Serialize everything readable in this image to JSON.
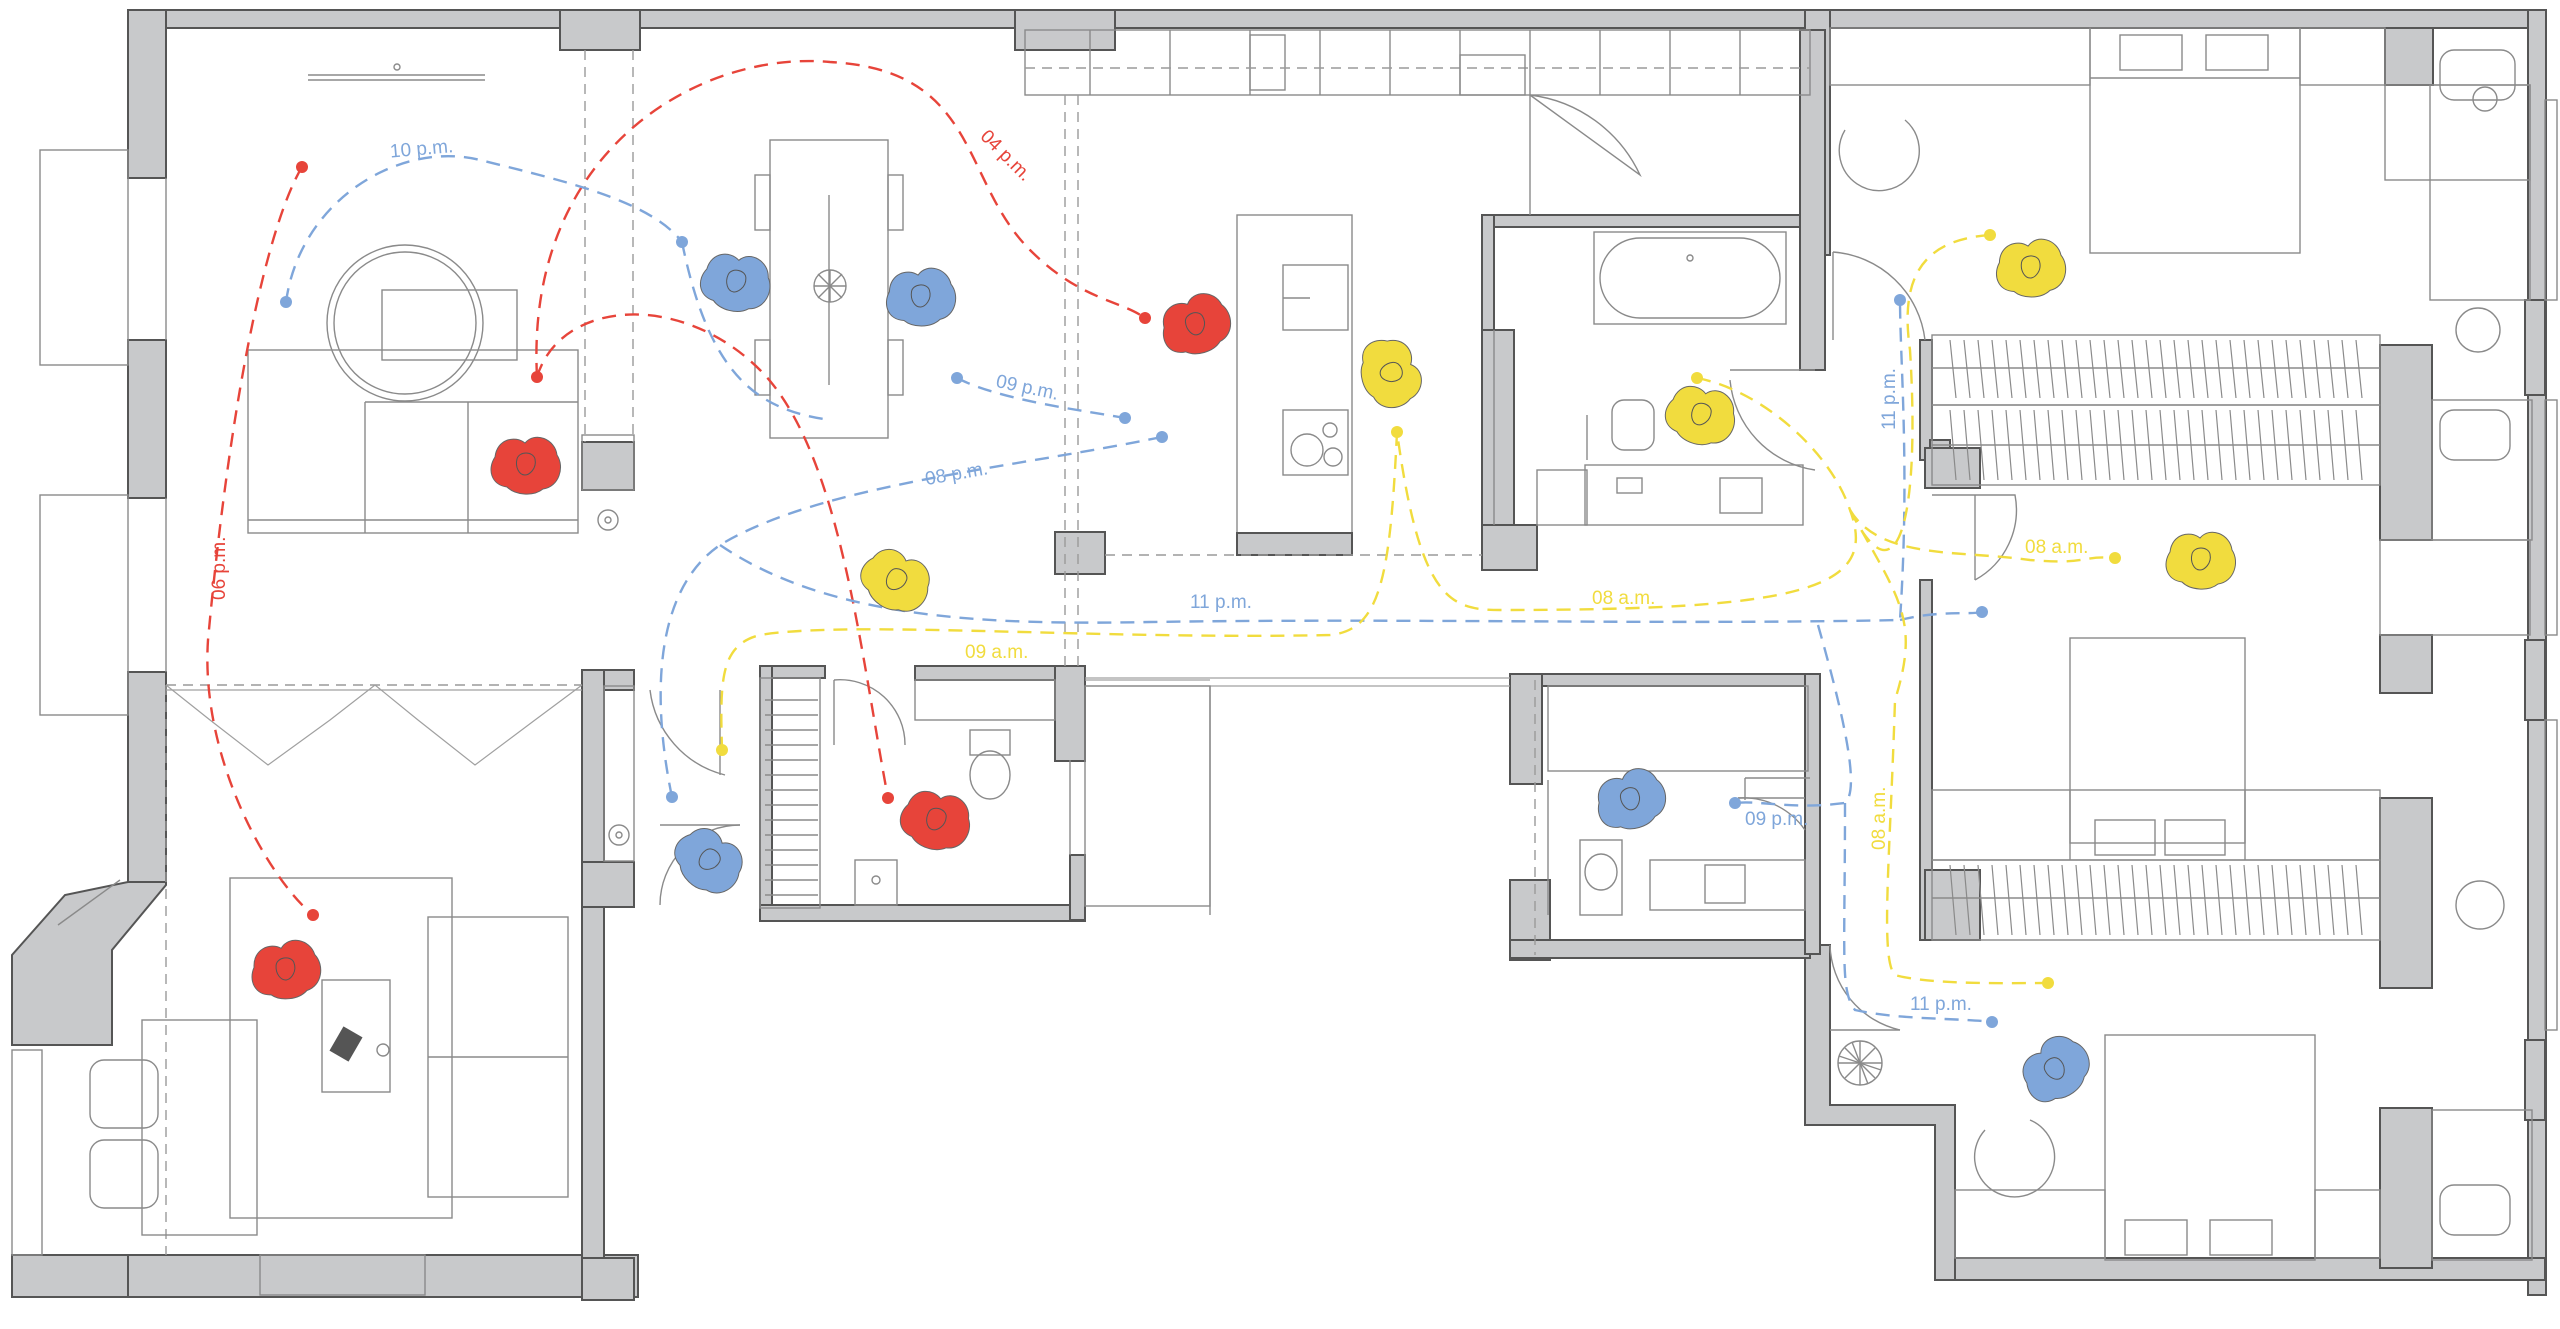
{
  "colors": {
    "red": "#e7443a",
    "blue": "#7fa6da",
    "yellow": "#f1dc3e",
    "wall": "#c8c9cb",
    "line": "#8a8a8a"
  },
  "labels": {
    "red_04pm": "04 p.m.",
    "red_06pm": "06 p.m.",
    "blue_10pm": "10 p.m.",
    "blue_09pm_living": "09 p.m.",
    "blue_08pm": "08 p.m.",
    "blue_11pm_hall": "11 p.m.",
    "blue_11pm_vertical": "11 p.m.",
    "blue_09pm_bath": "09 p.m.",
    "blue_11pm_bedroom": "11 p.m.",
    "yellow_09am": "09 a.m.",
    "yellow_08am_hall": "08 a.m.",
    "yellow_08am_bedroom": "08 a.m.",
    "yellow_08am_vertical": "08 a.m."
  },
  "icons": [
    "figure-icon",
    "dining-table-icon",
    "laptop-icon",
    "plant-icon"
  ]
}
